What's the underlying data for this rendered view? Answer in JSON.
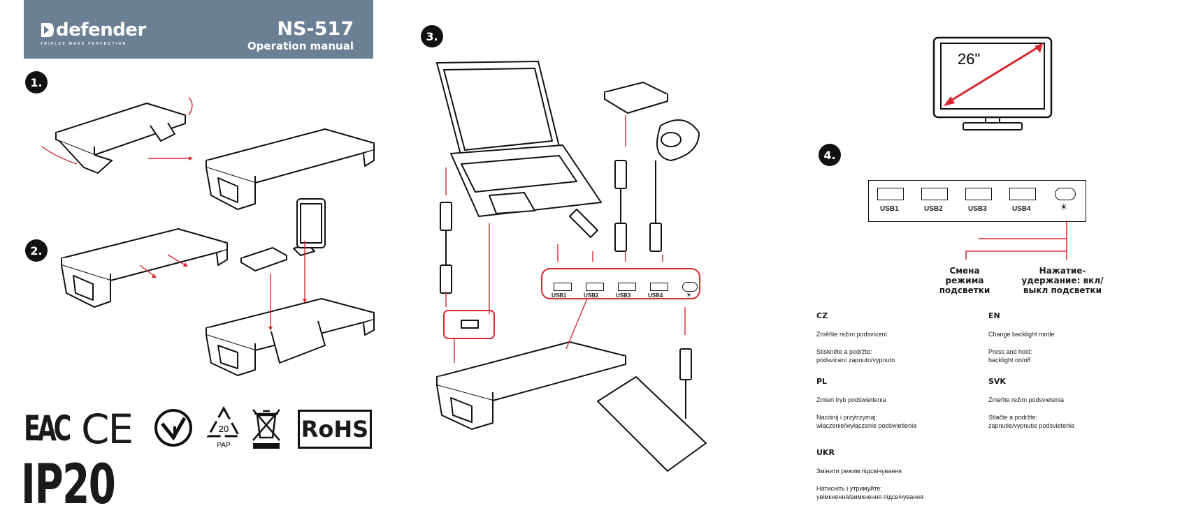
{
  "header": {
    "brand": "defender",
    "tagline": "TRIFLES MAKE PERFECTION",
    "model": "NS-517",
    "subtitle": "Operation manual"
  },
  "steps": [
    "1.",
    "2.",
    "3.",
    "4."
  ],
  "ports": [
    "USB1",
    "USB2",
    "USB3",
    "USB4"
  ],
  "monitor": {
    "size": "26\""
  },
  "controls": {
    "mode_label": "Смена режима подсветки",
    "hold_label": "Нажатие-удержание: вкл/выкл подсветки"
  },
  "certifications": {
    "eac": "EAC",
    "ce": "CE",
    "recycle_code": "20",
    "recycle_material": "PAP",
    "rohs": "RoHS",
    "ip": "IP20"
  },
  "languages": [
    {
      "code": "CZ",
      "line1": "Změňte režim podsvícení",
      "line2a": "Stiskněte a podržte:",
      "line2b": "podsvícení zapnuto/vypnuto"
    },
    {
      "code": "EN",
      "line1": "Change backlight mode",
      "line2a": "Press and hold:",
      "line2b": "backlight on/off"
    },
    {
      "code": "PL",
      "line1": "Zmień tryb podświetlenia",
      "line2a": "Naciśnij i przytrzymaj:",
      "line2b": "włączenie/wyłączenie podświetlenia"
    },
    {
      "code": "SVK",
      "line1": "Zmeňte režim podsvietenia",
      "line2a": "Stlačte a podržte:",
      "line2b": "zapnutie/vypnutie podsvietenia"
    },
    {
      "code": "UKR",
      "line1": "Змінити режим підсвічування",
      "line2a": "Натисніть і утримуйте:",
      "line2b": "увімкнення/вимкнення підсвічування"
    }
  ],
  "colors": {
    "accent": "#d42a2f",
    "header_bg": "#6b7f95"
  }
}
